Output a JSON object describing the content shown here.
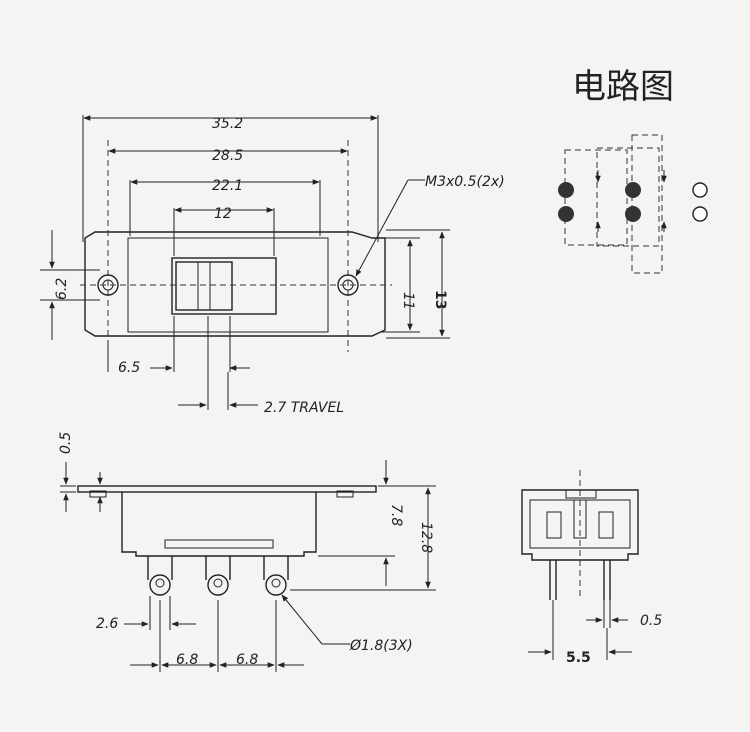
{
  "title": "电路图",
  "top_view": {
    "dim_overall": "35.2",
    "dim_hole_spacing": "28.5",
    "dim_body": "22.1",
    "dim_knob": "12",
    "dim_width": "6.2",
    "dim_height_inner": "11",
    "dim_height_outer": "13",
    "dim_offset": "6.5",
    "dim_travel": "2.7 TRAVEL",
    "thread_note": "M3x0.5(2x)"
  },
  "side_view": {
    "dim_plate": "0.5",
    "dim_body_h": "7.8",
    "dim_total_h": "12.8",
    "dim_pin_w": "2.6",
    "dim_pitch_1": "6.8",
    "dim_pitch_2": "6.8",
    "hole_note": "Ø1.8(3X)"
  },
  "end_view": {
    "dim_pin_t": "0.5",
    "dim_width": "5.5"
  }
}
